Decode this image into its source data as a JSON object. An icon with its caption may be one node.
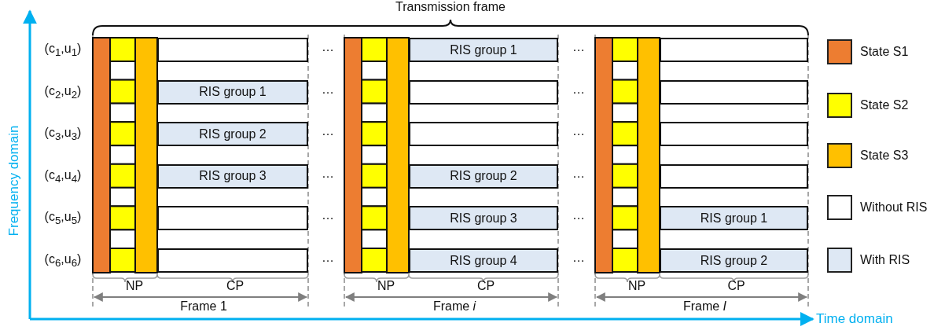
{
  "diagram": {
    "nodes": [
      {
        "text": [],
        "shape": "bar"
      },
      {
        "text": [
          "RIS group 1"
        ]
      },
      {
        "text": [
          "RIS group 2"
        ]
      },
      {
        "text": [
          "RIS group 3"
        ]
      },
      {
        "text": [],
        "shape": "bar"
      },
      {
        "text": [],
        "shape": "bar"
      },
      {
        "text": [
          "RIS group 1"
        ]
      },
      {
        "text": [],
        "shape": "bar"
      },
      {
        "text": [],
        "shape": "bar"
      },
      {
        "text": [
          "RIS group 2"
        ]
      },
      {
        "text": [
          "RIS group 3"
        ]
      },
      {
        "text": [
          "RIS group 4"
        ]
      },
      {
        "text": [],
        "shape": "bar"
      },
      {
        "text": [],
        "shape": "bar"
      },
      {
        "text": [],
        "shape": "bar"
      },
      {
        "text": [],
        "shape": "bar"
      },
      {
        "text": [
          "RIS group 1"
        ]
      },
      {
        "text": [
          "RIS group 2"
        ]
      }
    ],
    "labels": [
      "Transmission frame",
      "(c$_{1}$,u$_{1}$)",
      "…",
      "…",
      "(c$_{2}$,u$_{2}$)",
      "…",
      "…",
      "(c$_{3}$,u$_{3}$)",
      "…",
      "…",
      "(c$_{4}$,u$_{4}$)",
      "…",
      "…",
      "(c$_{5}$,u$_{5}$)",
      "…",
      "…",
      "(c$_{6}$,u$_{6}$)",
      "…",
      "…",
      "NP",
      "CP",
      "NP",
      "CP",
      "NP",
      "CP",
      "Frame 1",
      "Frame *i*",
      "Frame *I*",
      "Frequency domain",
      "Time domain"
    ],
    "legend": [
      {
        "text": "State S1",
        "color": "#ed7d31"
      },
      {
        "text": "State S2",
        "color": "#ffff00"
      },
      {
        "text": "State S3",
        "color": "#ffc000"
      },
      {
        "text": "Without RIS",
        "color": "#ffffff"
      },
      {
        "text": "With RIS",
        "color": "#dee8f4"
      }
    ]
  }
}
